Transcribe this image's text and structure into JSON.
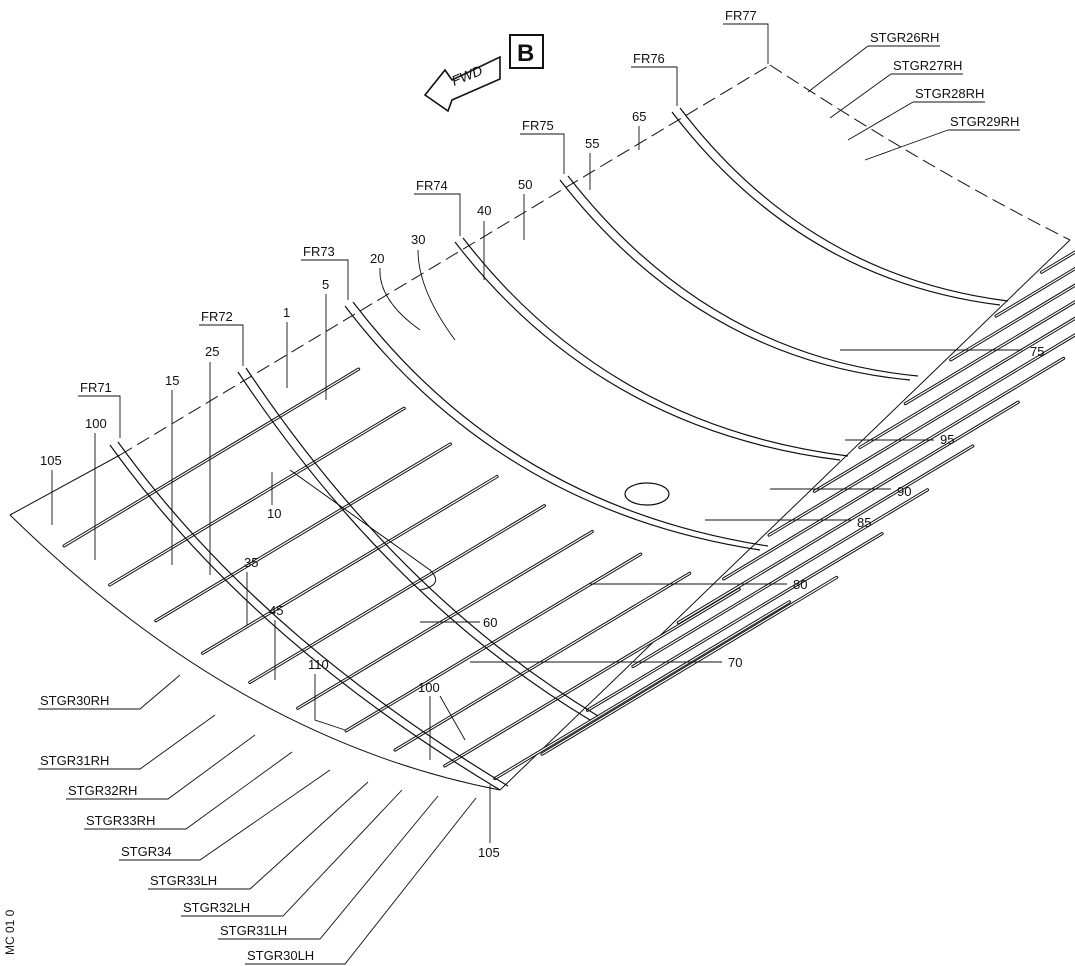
{
  "view_marker": {
    "direction_label": "FWD",
    "view_letter": "B"
  },
  "frames": {
    "fr71": "FR71",
    "fr72": "FR72",
    "fr73": "FR73",
    "fr74": "FR74",
    "fr75": "FR75",
    "fr76": "FR76",
    "fr77": "FR77"
  },
  "stringers_rh_top": {
    "s26": "STGR26RH",
    "s27": "STGR27RH",
    "s28": "STGR28RH",
    "s29": "STGR29RH"
  },
  "stringers_bottom": {
    "s30rh": "STGR30RH",
    "s31rh": "STGR31RH",
    "s32rh": "STGR32RH",
    "s33rh": "STGR33RH",
    "s34": "STGR34",
    "s33lh": "STGR33LH",
    "s32lh": "STGR32LH",
    "s31lh": "STGR31LH",
    "s30lh": "STGR30LH"
  },
  "item_numbers": {
    "n1": "1",
    "n5": "5",
    "n10": "10",
    "n15": "15",
    "n20": "20",
    "n25": "25",
    "n30": "30",
    "n35": "35",
    "n40": "40",
    "n45": "45",
    "n50": "50",
    "n55": "55",
    "n60": "60",
    "n65": "65",
    "n70": "70",
    "n75": "75",
    "n80": "80",
    "n85": "85",
    "n90": "90",
    "n95": "95",
    "n100a": "100",
    "n100b": "100",
    "n105a": "105",
    "n105b": "105",
    "n110": "110"
  },
  "side_reference": "MC 01 0"
}
